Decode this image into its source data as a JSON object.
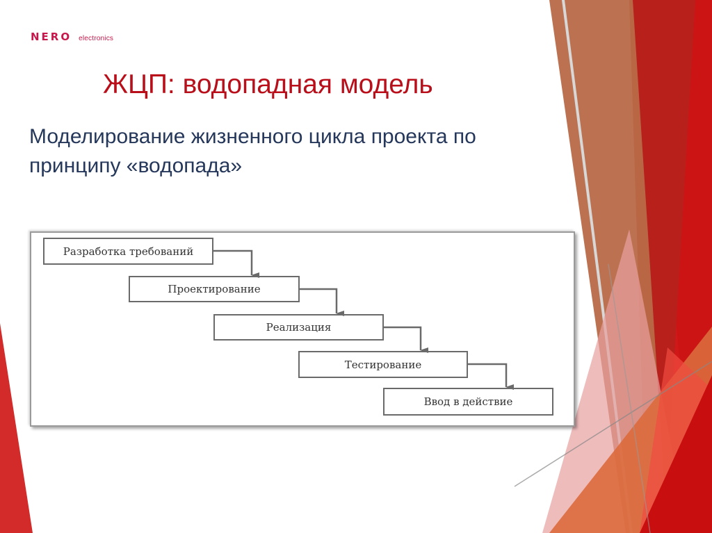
{
  "logo": {
    "brand": "NERO",
    "sub": "electronics",
    "color": "#c8174a"
  },
  "slide": {
    "title": "ЖЦП: водопадная модель",
    "title_color": "#b80f1a",
    "body": "Моделирование жизненного цикла проекта по принципу «водопада»",
    "body_color": "#25375a"
  },
  "diagram": {
    "type": "waterfall",
    "steps": [
      {
        "label": "Разработка требований"
      },
      {
        "label": "Проектирование"
      },
      {
        "label": "Реализация"
      },
      {
        "label": "Тестирование"
      },
      {
        "label": "Ввод в действие"
      }
    ],
    "edges": [
      {
        "from": "Разработка требований",
        "to": "Проектирование"
      },
      {
        "from": "Проектирование",
        "to": "Реализация"
      },
      {
        "from": "Реализация",
        "to": "Тестирование"
      },
      {
        "from": "Тестирование",
        "to": "Ввод в действие"
      }
    ]
  },
  "theme_colors": {
    "red": "#d01818",
    "dark_red": "#b8201c",
    "brown": "#b86a48",
    "orange": "#dc6a3c",
    "pink": "#e8a0a0"
  }
}
